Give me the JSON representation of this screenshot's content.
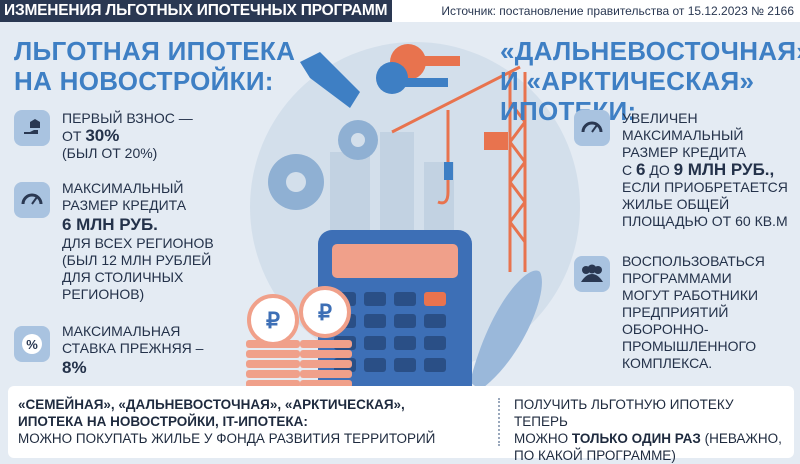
{
  "header": {
    "title": "ИЗМЕНЕНИЯ ЛЬГОТНЫХ ИПОТЕЧНЫХ ПРОГРАММ",
    "source": "Источник: постановление правительства от 15.12.2023 № 2166"
  },
  "left": {
    "title_line1": "ЛЬГОТНАЯ ИПОТЕКА",
    "title_line2": "НА НОВОСТРОЙКИ:",
    "item1": {
      "icon": "hand-house-icon",
      "pre": "ПЕРВЫЙ ВЗНОС —",
      "pre2": "ОТ ",
      "value": "30%",
      "note": "(БЫЛ ОТ 20%)"
    },
    "item2": {
      "icon": "gauge-icon",
      "line1": "МАКСИМАЛЬНЫЙ",
      "line2": "РАЗМЕР КРЕДИТА",
      "value": "6 МЛН РУБ.",
      "line3": "ДЛЯ ВСЕХ РЕГИОНОВ",
      "note1": "(БЫЛ 12 МЛН РУБЛЕЙ",
      "note2": "ДЛЯ СТОЛИЧНЫХ",
      "note3": "РЕГИОНОВ)"
    },
    "item3": {
      "icon": "percent-icon",
      "line1": "МАКСИМАЛЬНАЯ",
      "line2": "СТАВКА ПРЕЖНЯЯ –",
      "value": "8%"
    }
  },
  "right": {
    "title_line1": "«ДАЛЬНЕВОСТОЧНАЯ»",
    "title_line2": "И «АРКТИЧЕСКАЯ» ИПОТЕКИ:",
    "item1": {
      "icon": "gauge-icon",
      "line1": "УВЕЛИЧЕН",
      "line2": "МАКСИМАЛЬНЫЙ",
      "line3": "РАЗМЕР КРЕДИТА",
      "pre": "С ",
      "from": "6",
      "mid": " ДО ",
      "to": "9 МЛН РУБ.,",
      "line5": "ЕСЛИ ПРИОБРЕТАЕТСЯ",
      "line6": "ЖИЛЬЕ ОБЩЕЙ",
      "line7": "ПЛОЩАДЬЮ ОТ 60 КВ.М"
    },
    "item2": {
      "icon": "people-icon",
      "line1": "ВОСПОЛЬЗОВАТЬСЯ",
      "line2": "ПРОГРАММАМИ",
      "line3": "МОГУТ РАБОТНИКИ",
      "line4": "ПРЕДПРИЯТИЙ",
      "line5": "ОБОРОННО-",
      "line6": "ПРОМЫШЛЕННОГО",
      "line7": "КОМПЛЕКСА."
    }
  },
  "footer": {
    "left_line1": "«СЕМЕЙНАЯ», «ДАЛЬНЕВОСТОЧНАЯ», «АРКТИЧЕСКАЯ»,",
    "left_line2": "ИПОТЕКА НА НОВОСТРОЙКИ, IT-ИПОТЕКА:",
    "left_line3": "МОЖНО ПОКУПАТЬ ЖИЛЬЕ У ФОНДА РАЗВИТИЯ ТЕРРИТОРИЙ",
    "right_line1": "ПОЛУЧИТЬ ЛЬГОТНУЮ ИПОТЕКУ ТЕПЕРЬ",
    "right_pre": "МОЖНО ",
    "right_bold": "ТОЛЬКО ОДИН РАЗ",
    "right_post": " (НЕВАЖНО,",
    "right_line3": "ПО КАКОЙ ПРОГРАММЕ)"
  },
  "colors": {
    "accent": "#3e7fc4",
    "dark": "#2a3852",
    "orange": "#e8734e",
    "background": "#e4ebf3"
  }
}
